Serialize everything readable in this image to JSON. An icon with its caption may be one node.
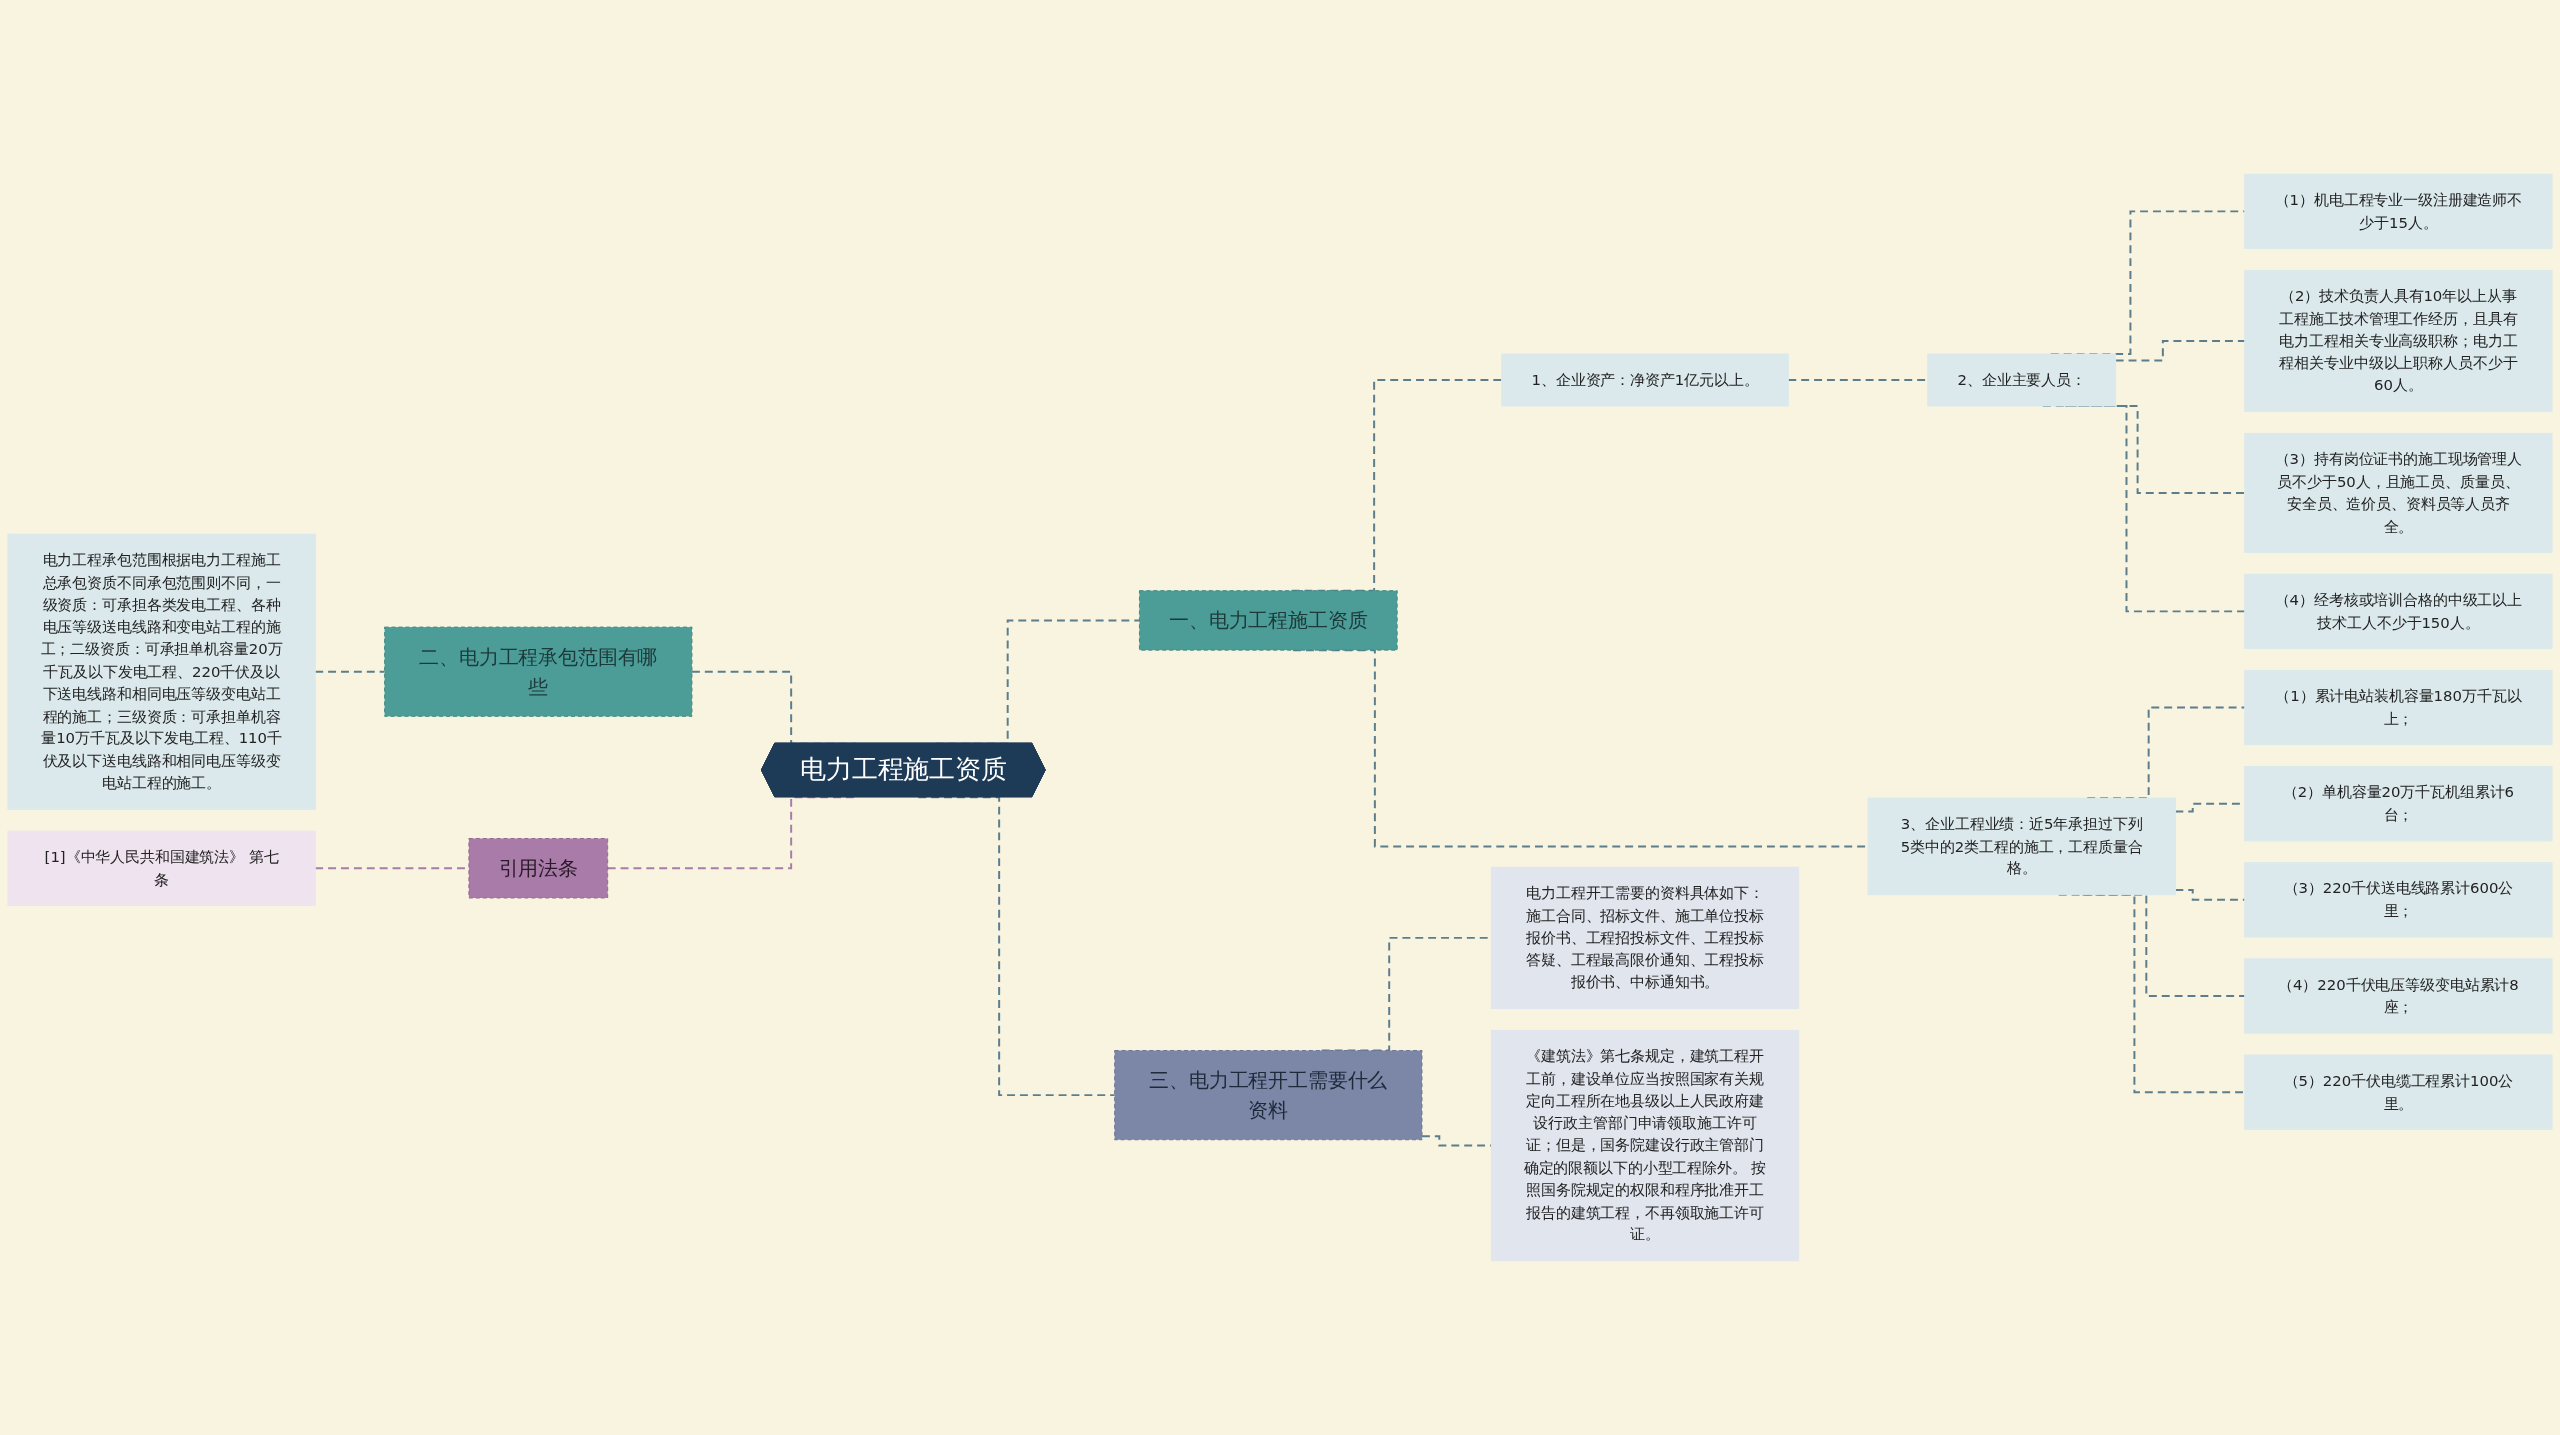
{
  "diagram": {
    "nodes": [
      {
        "text": [
          "电力工程施工资质"
        ]
      },
      {
        "text": [
          "一、电力工程施工资质"
        ]
      },
      {
        "text": [
          "1、企业资产：净资产1亿元以上。"
        ]
      },
      {
        "text": [
          "2、企业主要人员："
        ]
      },
      {
        "text": [
          "（1）机电工程专业一级注册建造师不少于15人。"
        ]
      },
      {
        "text": [
          "（2）技术负责人具有10年以上从事工程施工技术管理工作经历，且具有电力工程相关专业高级职称；电力工程相关专业中级以上职称人员不少于60人。"
        ]
      },
      {
        "text": [
          "（3）持有岗位证书的施工现场管理人员不少于50人，且施工员、质量员、安全员、造价员、资料员等人员齐全。"
        ]
      },
      {
        "text": [
          "（4）经考核或培训合格的中级工以上技术工人不少于150人。"
        ]
      },
      {
        "text": [
          "3、企业工程业绩：近5年承担过下列5类中的2类工程的施工，工程质量合格。"
        ]
      },
      {
        "text": [
          "（1）累计电站装机容量180万千瓦以上；"
        ]
      },
      {
        "text": [
          "（2）单机容量20万千瓦机组累计6台；"
        ]
      },
      {
        "text": [
          "（3）220千伏送电线路累计600公里；"
        ]
      },
      {
        "text": [
          "（4）220千伏电压等级变电站累计8座；"
        ]
      },
      {
        "text": [
          "（5）220千伏电缆工程累计100公里。"
        ]
      },
      {
        "text": [
          "三、电力工程开工需要什么资料"
        ]
      },
      {
        "text": [
          "电力工程开工需要的资料具体如下：施工合同、招标文件、施工单位投标报价书、工程招投标文件、工程投标答疑、工程最高限价通知、工程投标报价书、中标通知书。"
        ]
      },
      {
        "text": [
          "《建筑法》第七条规定，建筑工程开工前，建设单位应当按照国家有关规定向工程所在地县级以上人民政府建设行政主管部门申请领取施工许可证；但是，国务院建设行政主管部门确定的限额以下的小型工程除外。 按照国务院规定的权限和程序批准开工报告的建筑工程，不再领取施工许可证。"
        ]
      },
      {
        "text": [
          "二、电力工程承包范围有哪些"
        ]
      },
      {
        "text": [
          "电力工程承包范围根据电力工程施工总承包资质不同承包范围则不同，一级资质：可承担各类发电工程、各种电压等级送电线路和变电站工程的施工；二级资质：可承担单机容量20万千瓦及以下发电工程、220千伏及以下送电线路和相同电压等级变电站工程的施工；三级资质：可承担单机容量10万千瓦及以下发电工程、110千伏及以下送电线路和相同电压等级变电站工程的施工。"
        ]
      },
      {
        "text": [
          "引用法条"
        ]
      },
      {
        "text": [
          "[1]《中华人民共和国建筑法》 第七条"
        ]
      }
    ],
    "edges": [
      {
        "from": 0,
        "to": 1,
        "arrow": "none",
        "style": "dashed"
      },
      {
        "from": 1,
        "to": 2,
        "arrow": "none",
        "style": "dashed"
      },
      {
        "from": 2,
        "to": 3,
        "arrow": "none",
        "style": "dashed"
      },
      {
        "from": 3,
        "to": 4,
        "arrow": "none",
        "style": "dashed"
      },
      {
        "from": 3,
        "to": 5,
        "arrow": "none",
        "style": "dashed"
      },
      {
        "from": 3,
        "to": 6,
        "arrow": "none",
        "style": "dashed"
      },
      {
        "from": 3,
        "to": 7,
        "arrow": "none",
        "style": "dashed"
      },
      {
        "from": 1,
        "to": 8,
        "arrow": "none",
        "style": "dashed"
      },
      {
        "from": 8,
        "to": 9,
        "arrow": "none",
        "style": "dashed"
      },
      {
        "from": 8,
        "to": 10,
        "arrow": "none",
        "style": "dashed"
      },
      {
        "from": 8,
        "to": 11,
        "arrow": "none",
        "style": "dashed"
      },
      {
        "from": 8,
        "to": 12,
        "arrow": "none",
        "style": "dashed"
      },
      {
        "from": 8,
        "to": 13,
        "arrow": "none",
        "style": "dashed"
      },
      {
        "from": 0,
        "to": 14,
        "arrow": "none",
        "style": "dashed"
      },
      {
        "from": 14,
        "to": 15,
        "arrow": "none",
        "style": "dashed"
      },
      {
        "from": 14,
        "to": 16,
        "arrow": "none",
        "style": "dashed"
      },
      {
        "from": 0,
        "to": 17,
        "arrow": "none",
        "style": "dashed"
      },
      {
        "from": 17,
        "to": 18,
        "arrow": "none",
        "style": "dashed"
      },
      {
        "from": 0,
        "to": 19,
        "arrow": "none",
        "style": "dashed",
        "color": "#a77ca8"
      },
      {
        "from": 19,
        "to": 20,
        "arrow": "none",
        "style": "dashed",
        "color": "#a77ca8"
      }
    ]
  }
}
